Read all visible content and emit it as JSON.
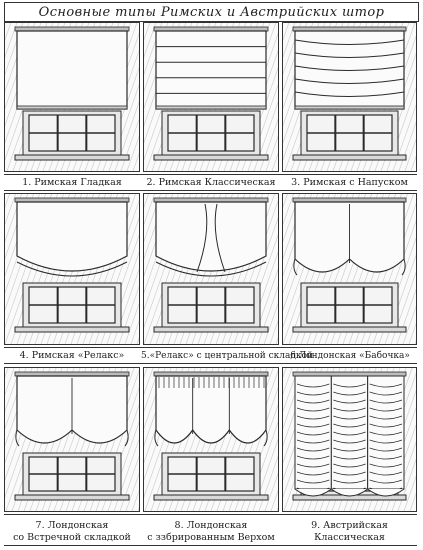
{
  "title": "Основные типы Римских и Австрийских штор",
  "items": [
    {
      "caption": "1. Римская Гладкая",
      "style": "flat"
    },
    {
      "caption": "2. Римская Классическая",
      "style": "classic"
    },
    {
      "caption": "3. Римская с Напуском",
      "style": "cascade"
    },
    {
      "caption": "4. Римская «Релакс»",
      "style": "relax"
    },
    {
      "caption": "5.«Релакс» с центральной складкой",
      "style": "relax-center"
    },
    {
      "caption": "6.Лондонская «Бабочка»",
      "style": "butterfly"
    },
    {
      "caption_lines": [
        "7. Лондонская",
        "со Встречной складкой"
      ],
      "style": "london-inverted"
    },
    {
      "caption_lines": [
        "8. Лондонская",
        "с ззбрированным Верхом"
      ],
      "style": "london-gathered"
    },
    {
      "caption_lines": [
        "9. Австрийская",
        "Классическая"
      ],
      "style": "austrian"
    }
  ]
}
